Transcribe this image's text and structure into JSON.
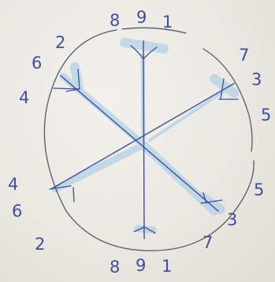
{
  "labels": {
    "top": [
      "8",
      "9",
      "1"
    ],
    "bottom": [
      "8",
      "9",
      "1"
    ],
    "upper_left": [
      "2",
      "6",
      "4"
    ],
    "lower_left": [
      "4",
      "6",
      "2"
    ],
    "upper_right": [
      "7",
      "3",
      "5"
    ],
    "lower_right": [
      "5",
      "3",
      "7"
    ]
  },
  "colors": {
    "ink": "#3d4f9e",
    "pencil": "#55596a",
    "highlight": "#a9cfe6",
    "paper": "#ece9e3"
  }
}
